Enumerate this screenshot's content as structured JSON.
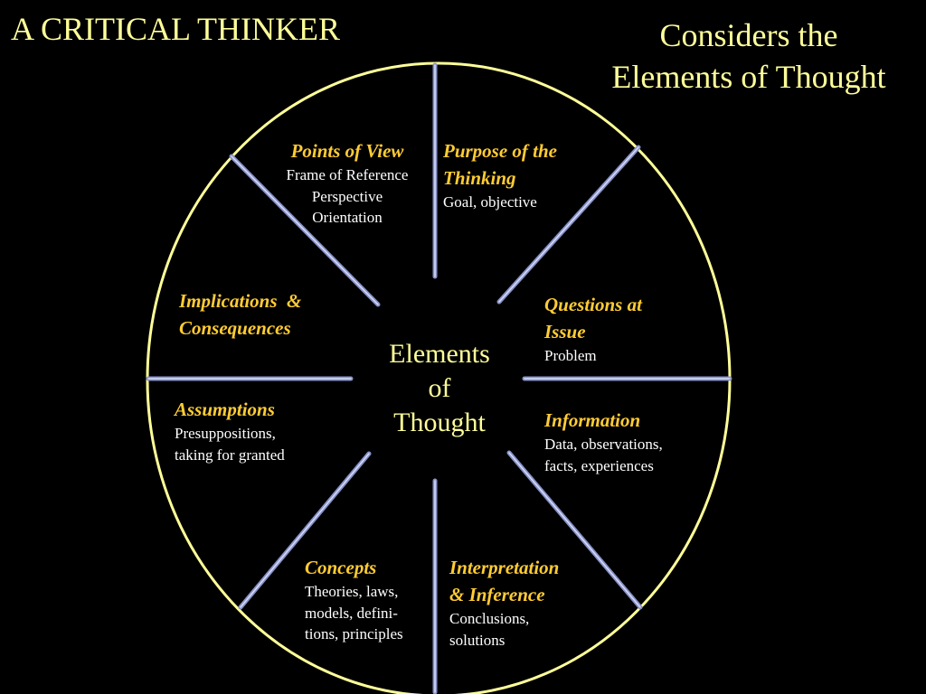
{
  "title": "A CRITICAL THINKER",
  "subtitle_line1": "Considers the",
  "subtitle_line2": "Elements of Thought",
  "center": {
    "line1": "Elements",
    "line2": "of",
    "line3": "Thought"
  },
  "elements": {
    "points_of_view": {
      "heading": "Points of View",
      "lines": [
        "Frame of Reference",
        "Perspective",
        "Orientation"
      ]
    },
    "purpose": {
      "heading_line1": "Purpose of the",
      "heading_line2": "Thinking",
      "lines": [
        "Goal, objective"
      ]
    },
    "questions": {
      "heading_line1": "Questions at",
      "heading_line2": "Issue",
      "lines": [
        "Problem"
      ]
    },
    "information": {
      "heading": "Information",
      "lines": [
        "Data, observations,",
        "facts, experiences"
      ]
    },
    "interpretation": {
      "heading_line1": "Interpretation",
      "heading_line2": "& Inference",
      "lines": [
        "Conclusions,",
        "solutions"
      ]
    },
    "concepts": {
      "heading": "Concepts",
      "lines": [
        "Theories, laws,",
        "models, defini-",
        "tions, principles"
      ]
    },
    "assumptions": {
      "heading": "Assumptions",
      "lines": [
        "Presuppositions,",
        "taking for granted"
      ]
    },
    "implications": {
      "heading_line1": "Implications  &",
      "heading_line2": "Consequences"
    }
  },
  "colors": {
    "background": "#000000",
    "title": "#ffff99",
    "circle": "#ffff99",
    "heading": "#ffcc33",
    "body_text": "#ffffff",
    "divider": "#aab4e0"
  }
}
